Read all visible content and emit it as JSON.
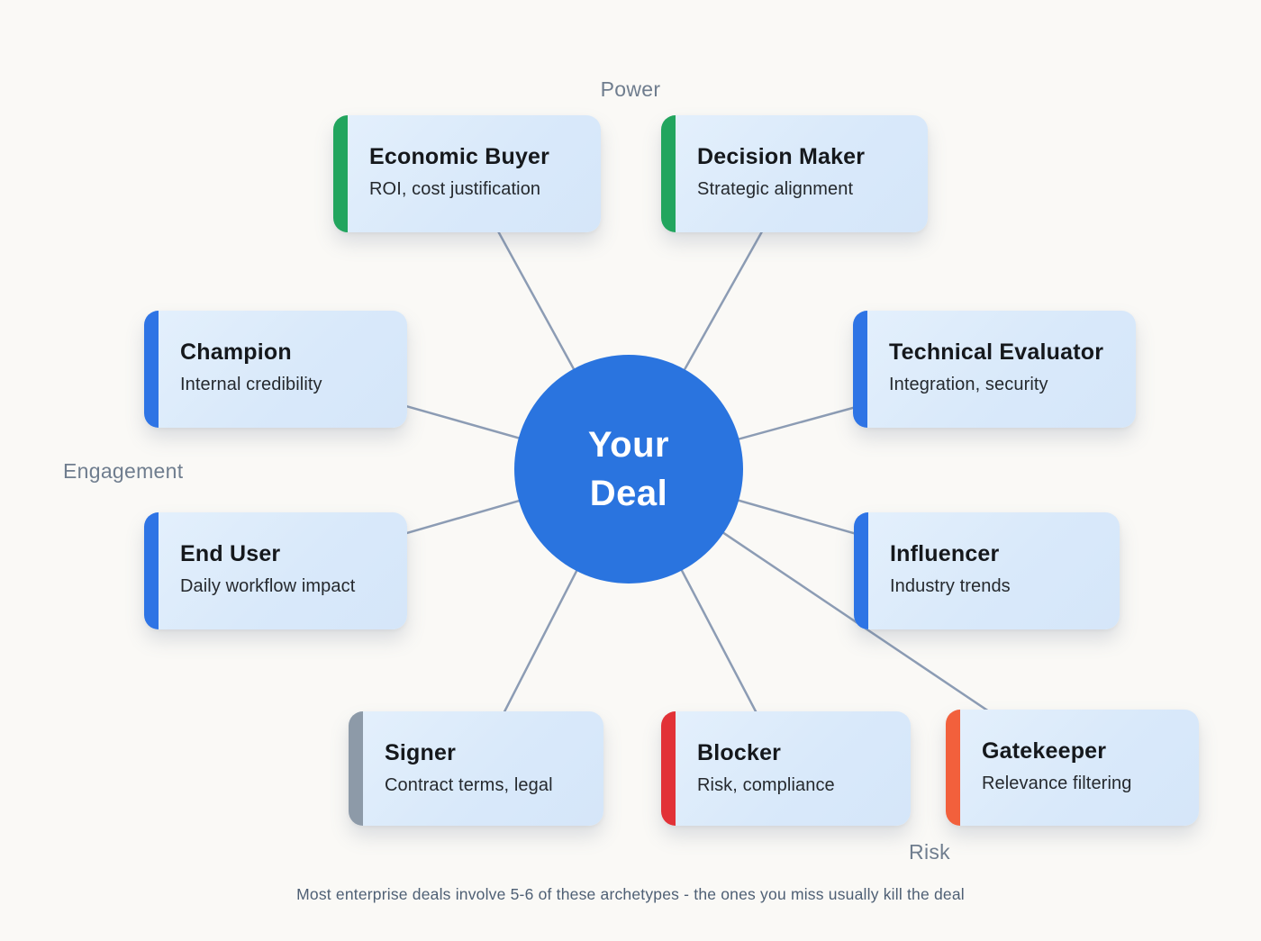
{
  "page": {
    "background_color": "#faf9f6",
    "caption": "Most enterprise deals involve 5-6 of these archetypes - the ones you miss usually kill the deal",
    "caption_color": "#4e5f74",
    "group_label_color": "#6f7d8e"
  },
  "hub": {
    "label_line1": "Your",
    "label_line2": "Deal",
    "color": "#2a74df",
    "text_color": "#ffffff"
  },
  "connectors": {
    "color": "#8c9cb4"
  },
  "labels": {
    "power": "Power",
    "engagement": "Engagement",
    "risk": "Risk"
  },
  "card_style": {
    "background_color": "#d9e9fa",
    "title_color": "#15181c",
    "subtitle_color": "#25292e"
  },
  "cards": [
    {
      "id": "economic-buyer",
      "title": "Economic Buyer",
      "subtitle": "ROI, cost justification",
      "accent_color": "#22a55e"
    },
    {
      "id": "decision-maker",
      "title": "Decision Maker",
      "subtitle": "Strategic alignment",
      "accent_color": "#22a55e"
    },
    {
      "id": "champion",
      "title": "Champion",
      "subtitle": "Internal credibility",
      "accent_color": "#2e74e5"
    },
    {
      "id": "technical-evaluator",
      "title": "Technical Evaluator",
      "subtitle": "Integration, security",
      "accent_color": "#2e74e5"
    },
    {
      "id": "end-user",
      "title": "End User",
      "subtitle": "Daily workflow impact",
      "accent_color": "#2e74e5"
    },
    {
      "id": "influencer",
      "title": "Influencer",
      "subtitle": "Industry trends",
      "accent_color": "#2e74e5"
    },
    {
      "id": "signer",
      "title": "Signer",
      "subtitle": "Contract terms, legal",
      "accent_color": "#8d9aa8"
    },
    {
      "id": "blocker",
      "title": "Blocker",
      "subtitle": "Risk, compliance",
      "accent_color": "#e23237"
    },
    {
      "id": "gatekeeper",
      "title": "Gatekeeper",
      "subtitle": "Relevance filtering",
      "accent_color": "#f2603c"
    }
  ]
}
